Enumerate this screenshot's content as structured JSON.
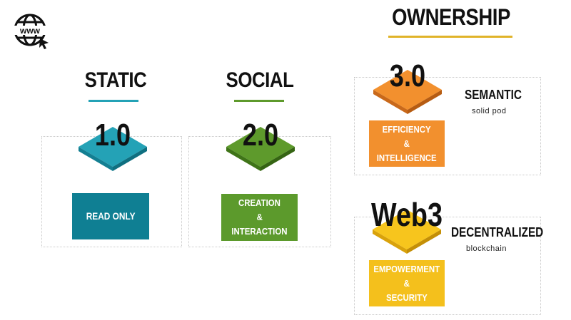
{
  "icon": "www-globe-icon",
  "ownership": {
    "title": "OWNERSHIP"
  },
  "columns": [
    {
      "heading": "STATIC",
      "version": "1.0",
      "card_lines": [
        "READ ONLY"
      ],
      "color": "#24a2b6",
      "dark": "#137f92",
      "card_color": "#0f7f93"
    },
    {
      "heading": "SOCIAL",
      "version": "2.0",
      "card_lines": [
        "CREATION",
        "&",
        "INTERACTION"
      ],
      "color": "#5e9a2c",
      "dark": "#3f7418",
      "card_color": "#5c9a2c"
    }
  ],
  "right": [
    {
      "version": "3.0",
      "label": "SEMANTIC",
      "sub": "solid pod",
      "card_lines": [
        "EFFICIENCY",
        "&",
        "INTELLIGENCE"
      ],
      "color": "#f2902e",
      "dark": "#c9691a",
      "card_color": "#f2902e"
    },
    {
      "version": "Web3",
      "label": "DECENTRALIZED",
      "sub": "blockchain",
      "card_lines": [
        "EMPOWERMENT",
        "&",
        "SECURITY"
      ],
      "color": "#f7c51d",
      "dark": "#d9a20b",
      "card_color": "#f4c01c"
    }
  ],
  "colors": {
    "underline": "#e0b329"
  }
}
